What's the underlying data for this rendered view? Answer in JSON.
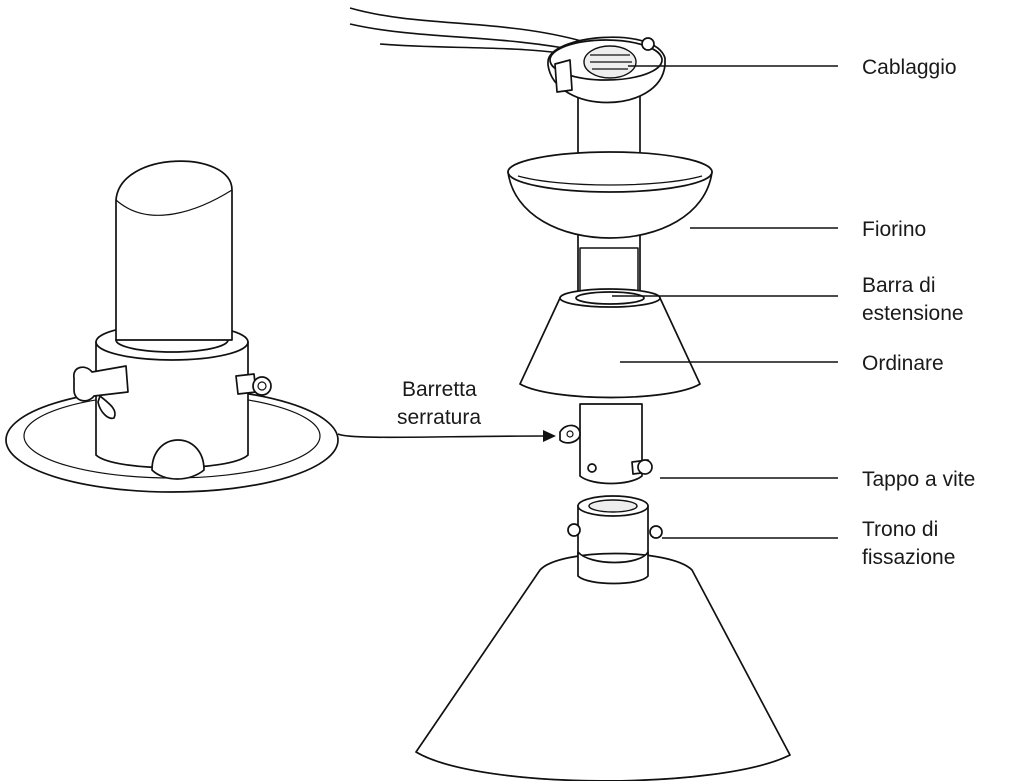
{
  "labels": {
    "cablaggio": "Cablaggio",
    "fiorino": "Fiorino",
    "barra_line1": "Barra di",
    "barra_line2": "estensione",
    "ordinare": "Ordinare",
    "barretta_line1": "Barretta",
    "barretta_line2": "serratura",
    "tappo": "Tappo a vite",
    "trono_line1": "Trono di",
    "trono_line2": "fissazione"
  }
}
